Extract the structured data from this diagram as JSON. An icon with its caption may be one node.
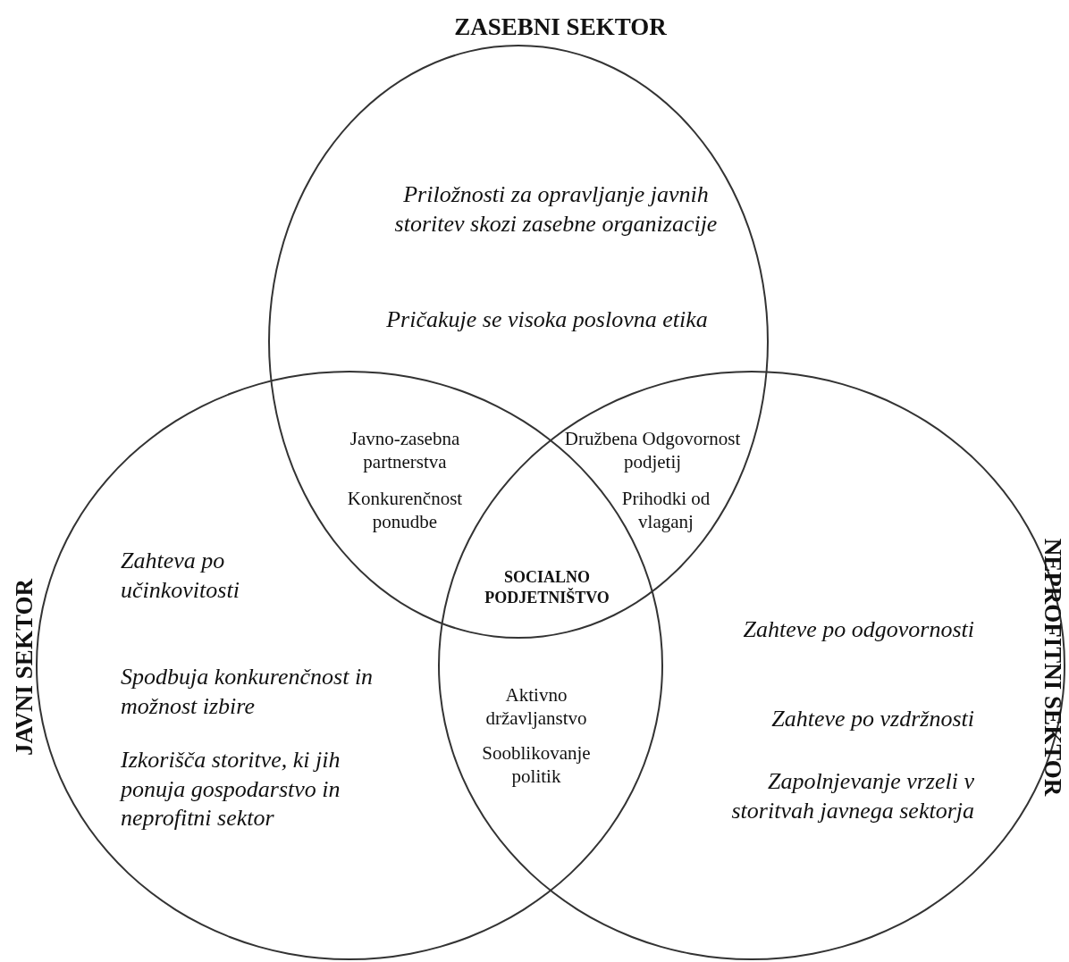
{
  "diagram": {
    "nodes": [
      {
        "text": [
          "ZASEBNI SEKTOR",
          "Priložnosti za opravljanje javnih storitev skozi zasebne organizacije",
          "Pričakuje se visoka poslovna etika"
        ]
      },
      {
        "text": [
          "JAVNI SEKTOR",
          "Zahteva po učinkovitosti",
          "Spodbuja konkurenčnost in možnost izbire",
          "Izkorišča storitve, ki jih ponuja gospodarstvo in neprofitni sektor"
        ]
      },
      {
        "text": [
          "NEPROFITNI SEKTOR",
          "Zahteve po odgovornosti",
          "Zahteve po vzdržnosti",
          "Zapolnjevanje vrzeli v storitvah javnega sektorja"
        ]
      }
    ],
    "labels": [
      "Javno-zasebna partnerstva",
      "Konkurenčnost ponudbe",
      "Družbena Odgovornost podjetij",
      "Prihodki od vlaganj",
      "SOCIALNO PODJETNIŠTVO",
      "Aktivno državljanstvo",
      "Sooblikovanje politik"
    ]
  }
}
